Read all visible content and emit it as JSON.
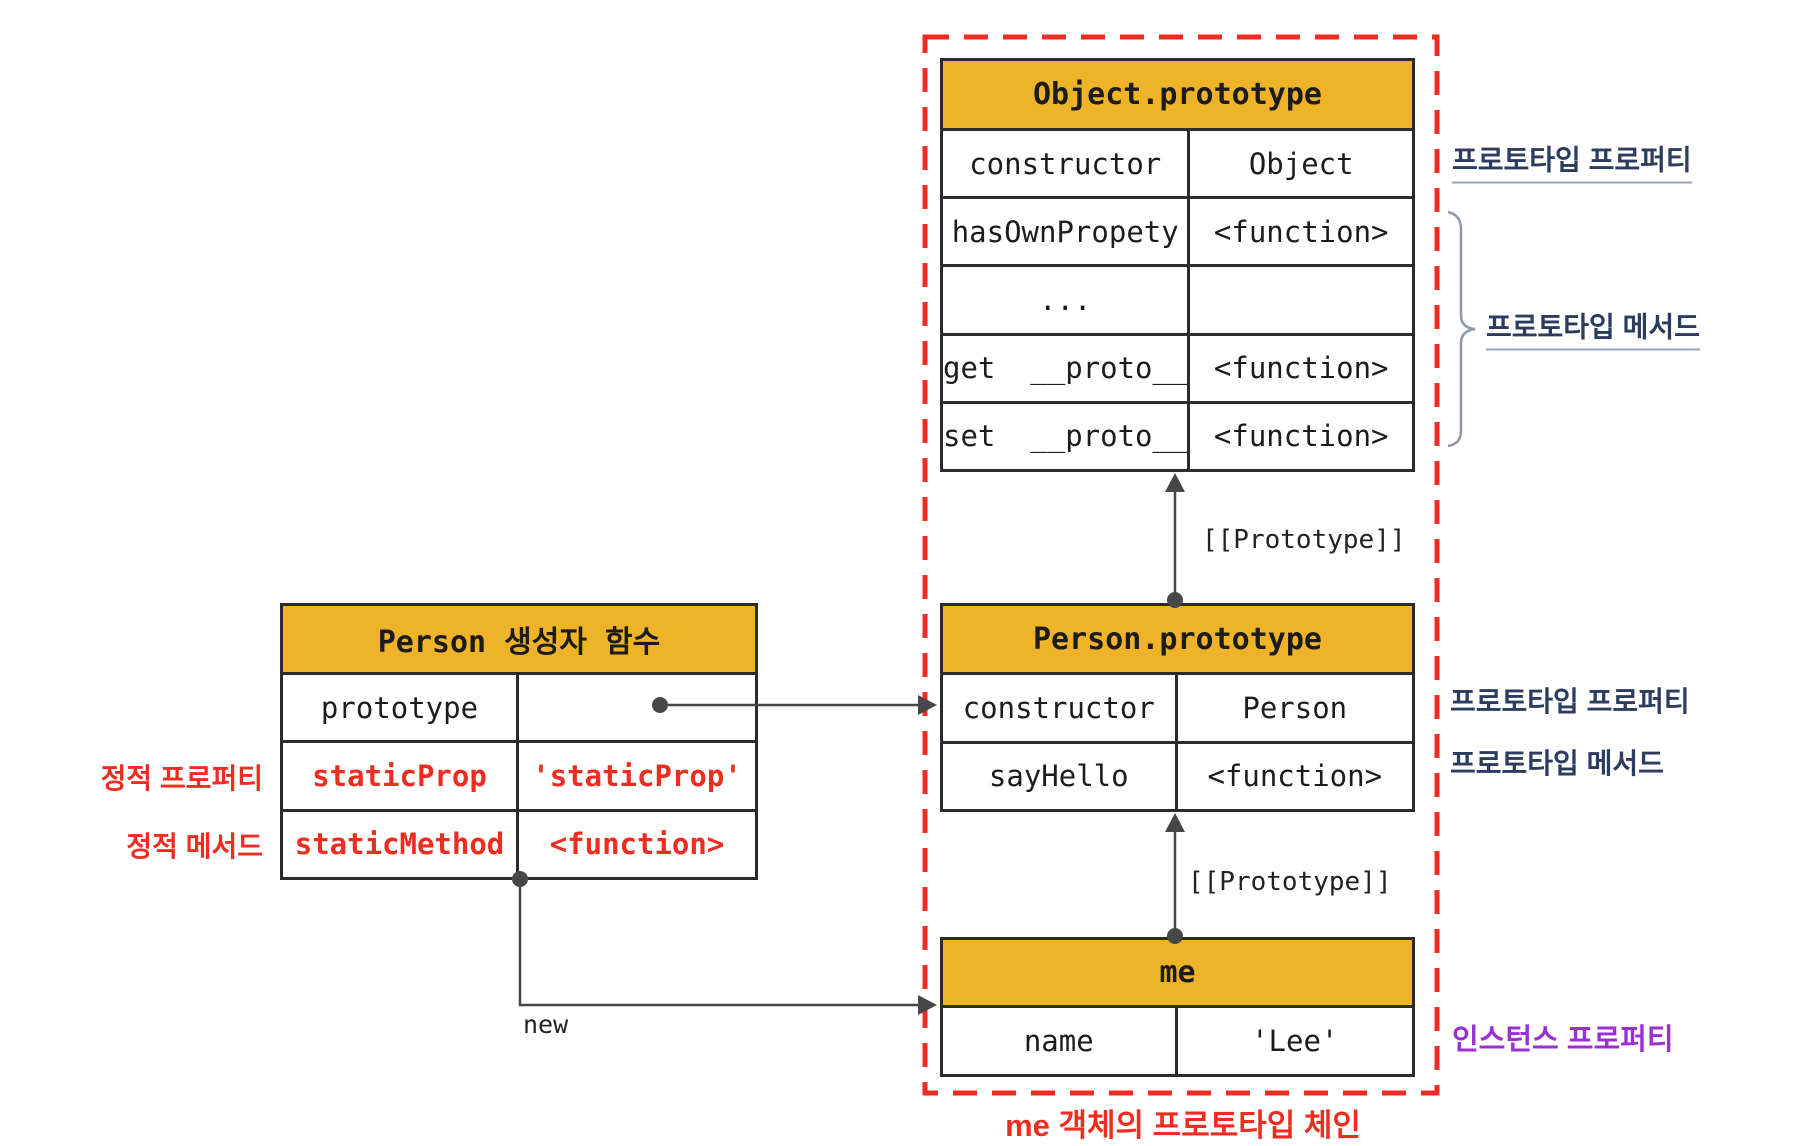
{
  "colors": {
    "accent-yellow": "#EFB32A",
    "accent-red": "#EE2D20",
    "label-navy": "#2B3C5E",
    "label-purple": "#9B2FD5",
    "line-gray": "#474747",
    "border-dark": "#2B2B2B",
    "brace-gray": "#8E99A8"
  },
  "tables": {
    "object_prototype": {
      "title": "Object.prototype",
      "rows": [
        {
          "key": "constructor",
          "value": "Object"
        },
        {
          "key": "hasOwnPropety",
          "value": "<function>"
        },
        {
          "key": "...",
          "value": ""
        },
        {
          "key": "get  __proto__",
          "value": "<function>"
        },
        {
          "key": "set  __proto__",
          "value": "<function>"
        }
      ]
    },
    "person_prototype": {
      "title": "Person.prototype",
      "rows": [
        {
          "key": "constructor",
          "value": "Person"
        },
        {
          "key": "sayHello",
          "value": "<function>"
        }
      ]
    },
    "me": {
      "title": "me",
      "rows": [
        {
          "key": "name",
          "value": "'Lee'"
        }
      ]
    },
    "person_constructor": {
      "title": "Person 생성자 함수",
      "rows": [
        {
          "key": "prototype",
          "value": ""
        },
        {
          "key": "staticProp",
          "value": "'staticProp'"
        },
        {
          "key": "staticMethod",
          "value": "<function>"
        }
      ]
    }
  },
  "annotations": {
    "prototype_property_top": "프로토타입 프로퍼티",
    "prototype_method_top": "프로토타입 메서드",
    "prototype_property_mid": "프로토타입 프로퍼티",
    "prototype_method_mid": "프로토타입 메서드",
    "instance_property": "인스턴스 프로퍼티",
    "static_property": "정적 프로퍼티",
    "static_method": "정적 메서드",
    "prototype_link_upper": "[[Prototype]]",
    "prototype_link_lower": "[[Prototype]]",
    "new_label": "new",
    "chain_caption": "me 객체의 프로토타입 체인"
  }
}
